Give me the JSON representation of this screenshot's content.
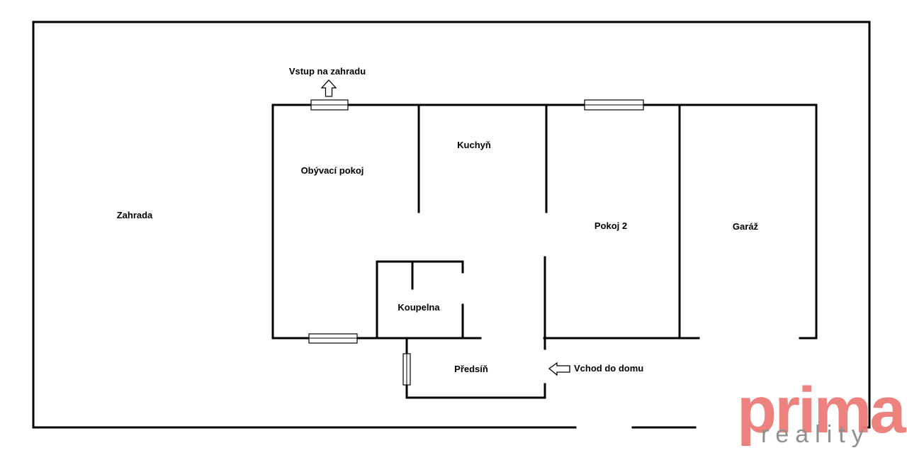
{
  "rooms": {
    "garden": "Zahrada",
    "living_room": "Obývací pokoj",
    "kitchen": "Kuchyň",
    "bathroom": "Koupelna",
    "hallway": "Předsíň",
    "room2": "Pokoj 2",
    "garage": "Garáž"
  },
  "annotations": {
    "garden_entry": "Vstup na zahradu",
    "house_entry": "Vchod do domu"
  },
  "watermark": {
    "brand": "prima",
    "subtitle": "reality",
    "brand_color": "#ec7b78",
    "subtitle_color": "#8a8a8a"
  },
  "icons": {
    "garden_entry_arrow": "arrow-up-icon",
    "house_entry_arrow": "arrow-left-icon"
  }
}
